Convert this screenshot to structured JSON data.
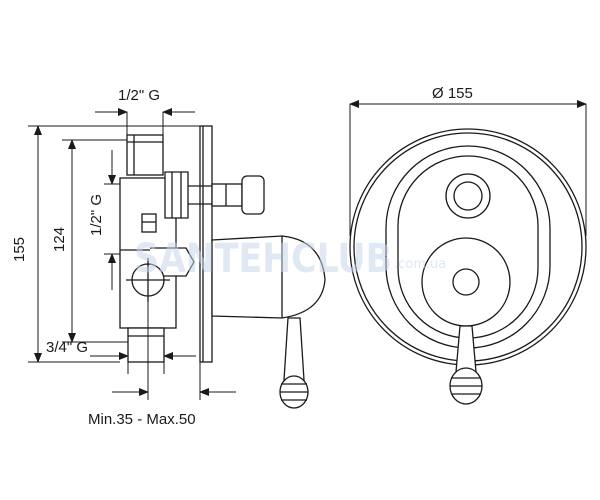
{
  "side_view": {
    "top_thread": "1/2\" G",
    "side_thread": "1/2\" G",
    "bottom_thread": "3/4\" G",
    "height_total": "155",
    "height_inner": "124",
    "depth_range": "Min.35 - Max.50"
  },
  "front_view": {
    "diameter": "Ø 155"
  },
  "watermark": {
    "brand": "SANTEHCLUB",
    "domain": ".com.ua"
  },
  "colors": {
    "line": "#1a1a1a",
    "watermark": "#c8d8ea"
  }
}
